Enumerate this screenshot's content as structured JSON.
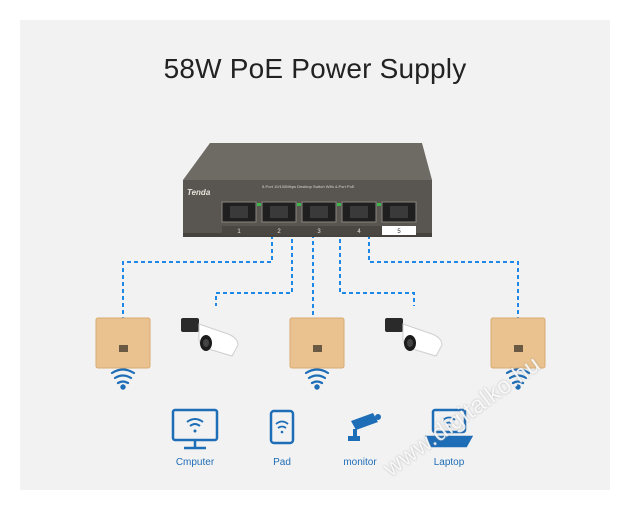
{
  "title": "58W PoE Power Supply",
  "switch": {
    "brand": "Tenda",
    "model_text": "5-Port 10/100Mbps Desktop Switch With 4-Port PoE",
    "ports": [
      "1",
      "2",
      "3",
      "4",
      "5"
    ],
    "led_color": "#39b54a"
  },
  "devices": [
    {
      "label": "Cmputer"
    },
    {
      "label": "Pad"
    },
    {
      "label": "monitor"
    },
    {
      "label": "Laptop"
    }
  ],
  "colors": {
    "link": "#1e88e5",
    "icon": "#1e6db7",
    "ap_gold": "#e9c28f",
    "switch_body": "#595651"
  },
  "watermark": "www.digitalko.hu"
}
